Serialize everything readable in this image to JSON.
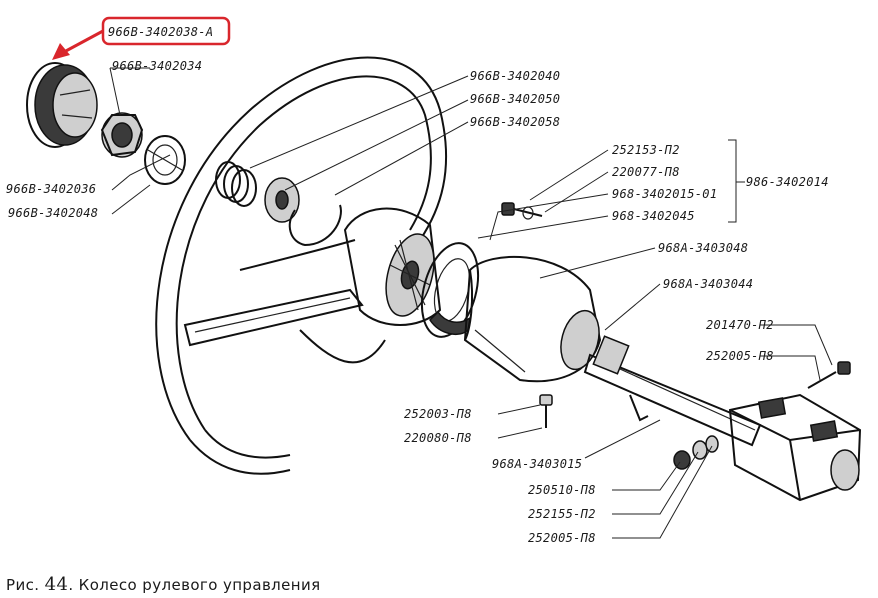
{
  "caption": {
    "prefix": "Рис.",
    "number": "44",
    "title": ". Колесо рулевого управления"
  },
  "highlight": {
    "color": "#d9262c",
    "label_index": 0
  },
  "labels": [
    "966В-3402038-А",
    "966В-3402034",
    "966В-3402036",
    "966В-3402048",
    "966В-3402040",
    "966В-3402050",
    "966В-3402058",
    "252153-П2",
    "220077-П8",
    "968-3402015-01",
    "968-3402045",
    "986-3402014",
    "968А-3403048",
    "968А-3403044",
    "201470-П2",
    "252005-П8",
    "252003-П8",
    "220080-П8",
    "968А-3403015",
    "250510-П8",
    "252155-П2",
    "252005-П8"
  ]
}
